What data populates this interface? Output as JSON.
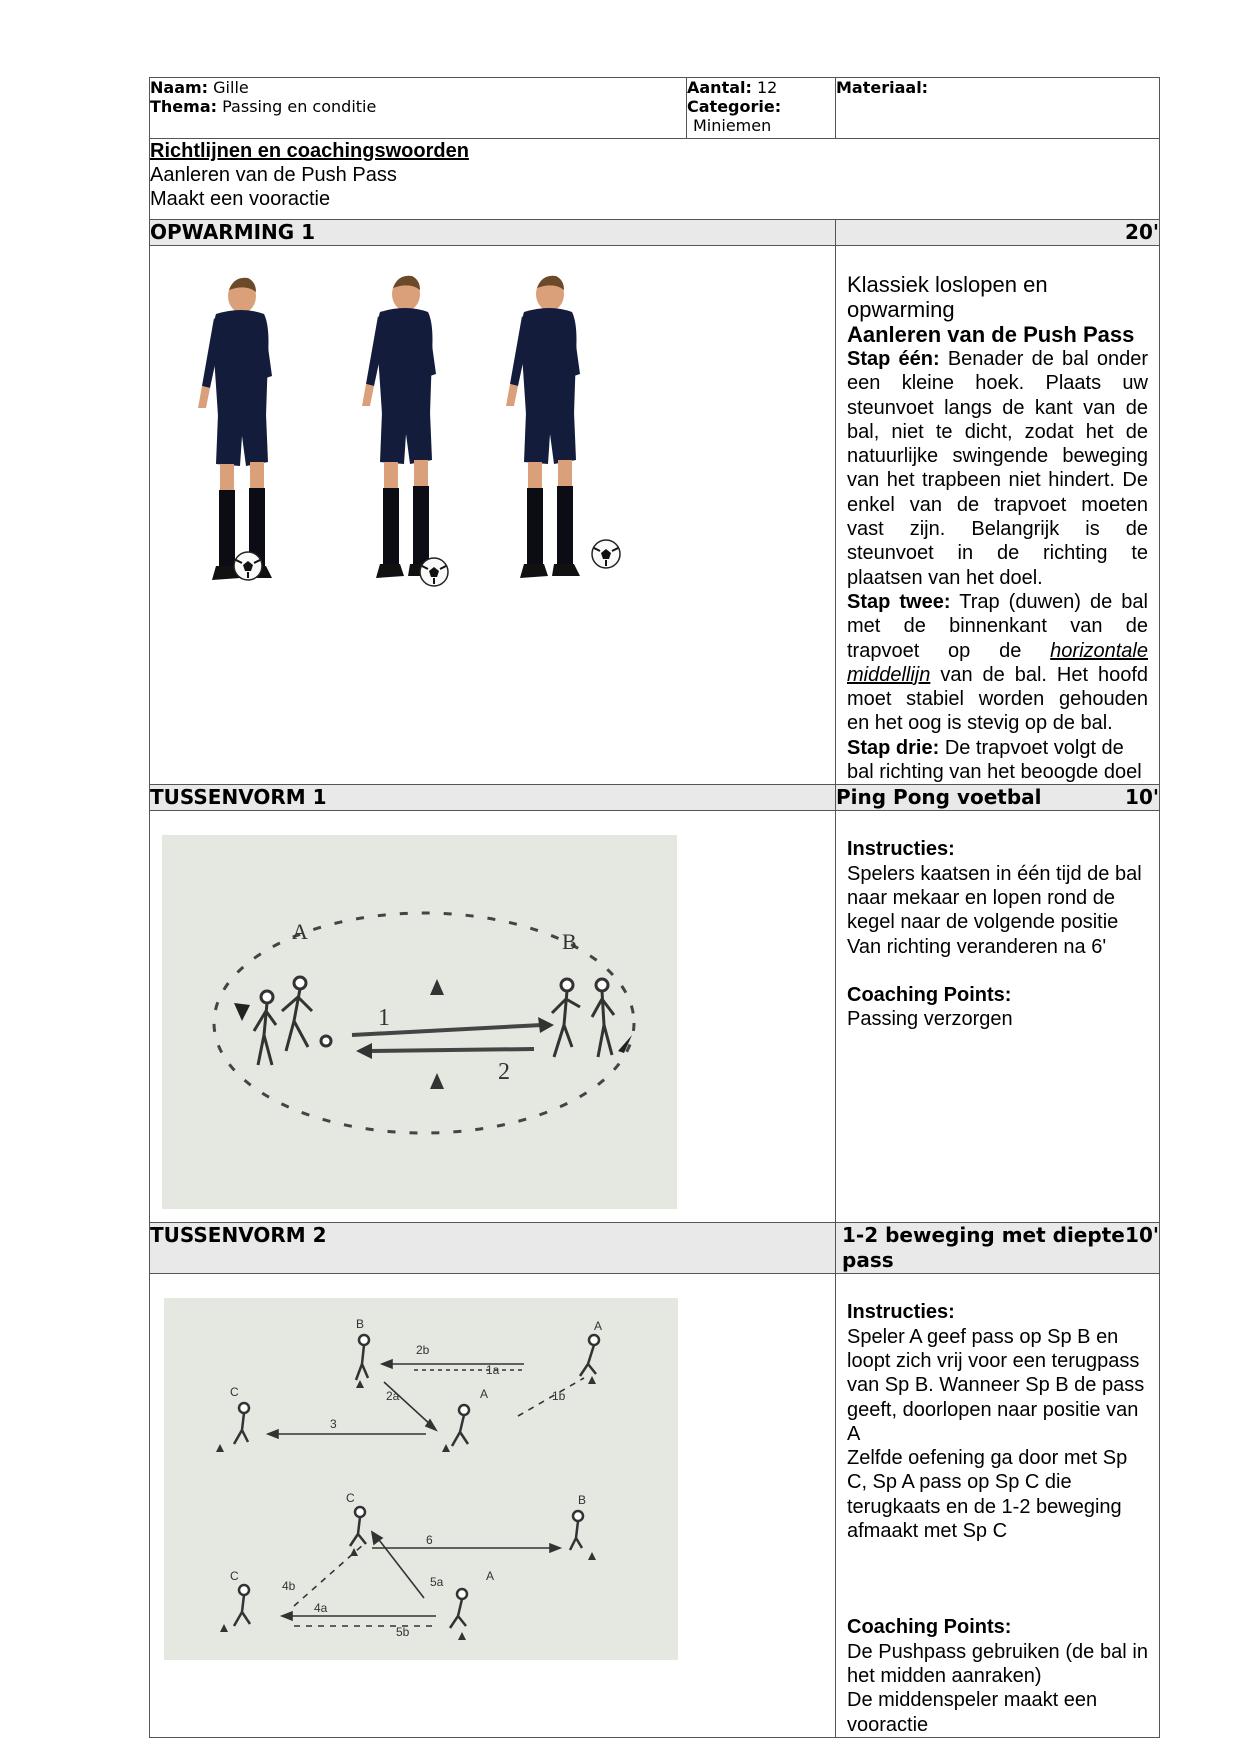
{
  "header": {
    "naam_label": "Naam:",
    "naam_value": "Gille",
    "thema_label": "Thema:",
    "thema_value": "Passing en conditie",
    "aantal_label": "Aantal:",
    "aantal_value": "12",
    "categorie_label": "Categorie:",
    "categorie_value": "Miniemen",
    "materiaal_label": "Materiaal:"
  },
  "guidelines": {
    "title": "Richtlijnen en coachingswoorden",
    "line1": "Aanleren van de Push Pass",
    "line2": "Maakt een vooractie"
  },
  "opwarming": {
    "title": "OPWARMING 1",
    "time": "20'",
    "intro": "Klassiek loslopen en opwarming",
    "subtitle": "Aanleren van de Push Pass",
    "step1_label": "Stap één:",
    "step1_text": "Benader de bal onder een kleine hoek. Plaats uw steunvoet langs de kant van de bal, niet te dicht, zodat het de natuurlijke swingende beweging van het trapbeen niet hindert. De enkel van de trapvoet moeten vast zijn. Belangrijk is de steunvoet in de richting te plaatsen van het doel.",
    "step2_label": "Stap twee:",
    "step2_text_a": "Trap (duwen) de bal met de binnenkant van de trapvoet op de",
    "step2_link": "horizontale middellijn",
    "step2_text_b": "van de bal. Het hoofd moet stabiel worden gehouden en het oog is stevig op de bal.",
    "step3_label": "Stap drie:",
    "step3_text": "De trapvoet volgt de bal richting van het beoogde doel"
  },
  "tussenvorm1": {
    "title": "TUSSENVORM 1",
    "subtitle": "Ping Pong voetbal",
    "time": "10'",
    "instr_label": "Instructies:",
    "instr_text": "Spelers kaatsen in één tijd de bal naar mekaar en lopen rond de kegel naar de volgende positie",
    "instr_text2": "Van richting veranderen na 6'",
    "coach_label": "Coaching Points:",
    "coach_text": "Passing verzorgen",
    "diagram": {
      "label_a": "A",
      "label_b": "B",
      "arrow1": "1",
      "arrow2": "2"
    }
  },
  "tussenvorm2": {
    "title": "TUSSENVORM 2",
    "subtitle": "1-2 beweging met diepte pass",
    "time": "10'",
    "instr_label": "Instructies:",
    "instr_text": "Speler A geef pass op Sp B en loopt zich vrij voor een terugpass van Sp B. Wanneer Sp B de pass geeft, doorlopen naar positie van A",
    "instr_text2": "Zelfde oefening ga door met Sp C, Sp A pass op Sp C die terugkaats en de 1-2 beweging afmaakt met Sp C",
    "coach_label": "Coaching Points:",
    "coach_text": "De Pushpass gebruiken (de bal in het midden aanraken)",
    "coach_text2": "De middenspeler maakt een vooractie",
    "diagram": {
      "top": {
        "b": "B",
        "a": "A",
        "a2": "A",
        "c": "C",
        "l2b": "2b",
        "l1a": "1a",
        "l2a": "2a",
        "l1b": "1b",
        "l3": "3"
      },
      "bottom": {
        "c": "C",
        "b": "B",
        "c2": "C",
        "a": "A",
        "l6": "6",
        "l5a": "5a",
        "l4b": "4b",
        "l4a": "4a",
        "l5b": "5b"
      }
    }
  },
  "colors": {
    "bar_bg": "#e9e9e9",
    "diagram_bg": "#e4e8e1",
    "border": "#555555"
  }
}
